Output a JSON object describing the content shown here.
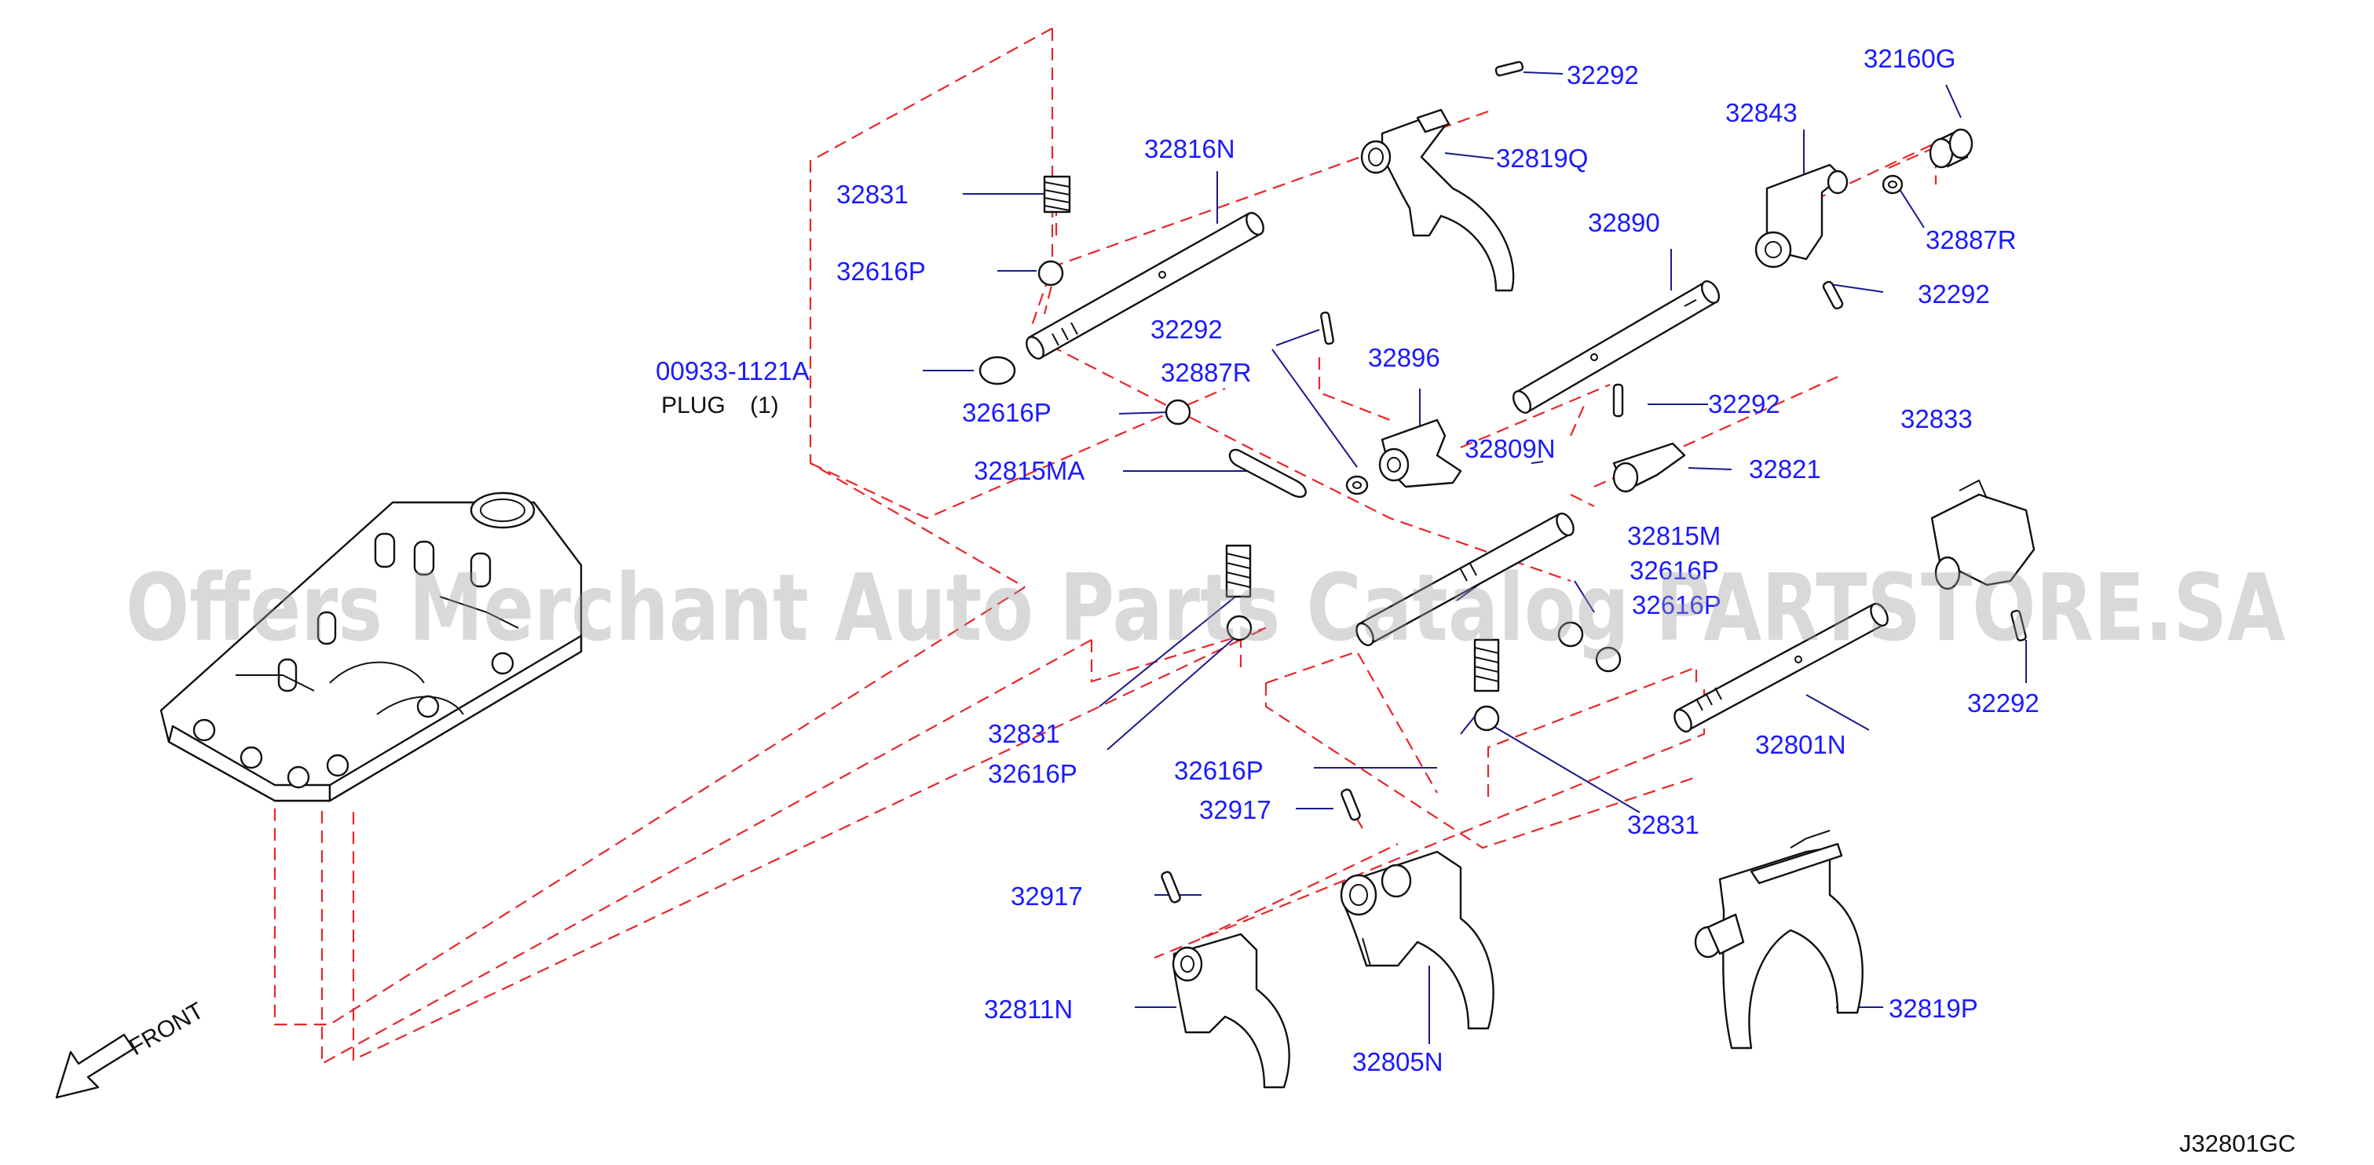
{
  "labels": {
    "p32292_a": "32292",
    "p32160g": "32160G",
    "p32843": "32843",
    "p32816n": "32816N",
    "p32819q": "32819Q",
    "p32831_a": "32831",
    "p32890": "32890",
    "p32887r_a": "32887R",
    "p32616p_a": "32616P",
    "p32292_b": "32292",
    "p32292_c": "32292",
    "p00933": "00933-1121A",
    "plug": "PLUG",
    "plug_qty": "(1)",
    "p32896": "32896",
    "p32887r_b": "32887R",
    "p32292_d": "32292",
    "p32616p_b": "32616P",
    "p32833": "32833",
    "p32809n": "32809N",
    "p32821": "32821",
    "p32815ma": "32815MA",
    "p32815m": "32815M",
    "p32616p_c": "32616P",
    "p32616p_d": "32616P",
    "p32292_e": "32292",
    "p32831_b": "32831",
    "p32801n": "32801N",
    "p32616p_e": "32616P",
    "p32616p_f": "32616P",
    "p32917_a": "32917",
    "p32831_c": "32831",
    "p32917_b": "32917",
    "p32811n": "32811N",
    "p32805n": "32805N",
    "p32819p": "32819P",
    "front": "FRONT",
    "diagram_code": "J32801GC"
  },
  "watermark": "Offers Merchant Auto Parts Catalog PARTSTORE.SA",
  "colors": {
    "label": "#1a1aff",
    "dash": "#e8262a",
    "outline": "#111111",
    "watermark": "#9a9a9a"
  }
}
